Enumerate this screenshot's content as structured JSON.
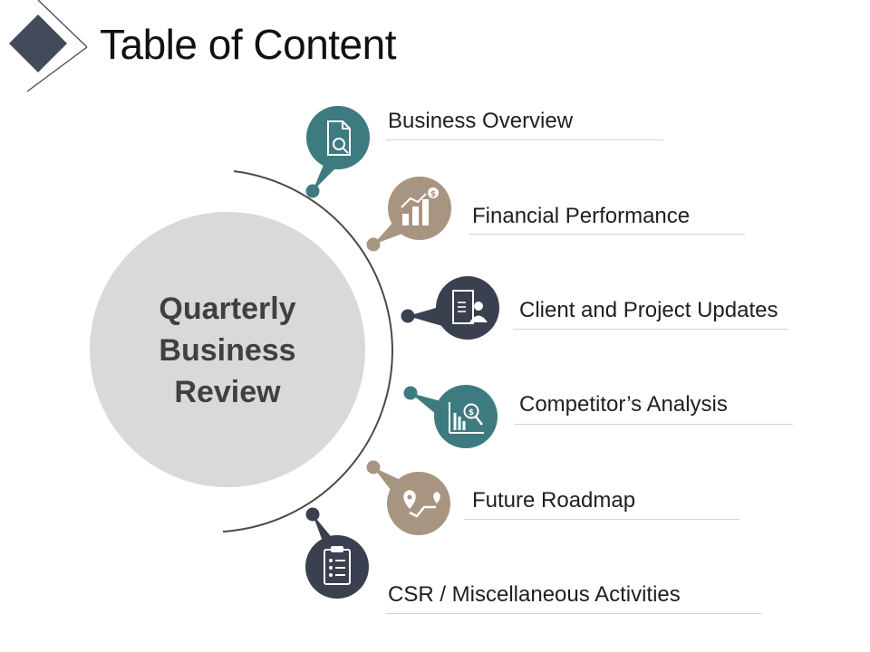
{
  "title": "Table of Content",
  "center": {
    "lines": [
      "Quarterly",
      "Business",
      "Review"
    ]
  },
  "colors": {
    "teal": "#3d7b80",
    "tan": "#a79581",
    "navy": "#3a404f",
    "circle": "#d9d9d9",
    "arc": "#4a4a4a",
    "diamond": "#434a59"
  },
  "items": [
    {
      "label": "Business Overview",
      "icon": "document-search-icon",
      "color": "teal"
    },
    {
      "label": "Financial Performance",
      "icon": "growth-chart-dollar-icon",
      "color": "tan"
    },
    {
      "label": "Client and Project Updates",
      "icon": "client-document-icon",
      "color": "navy"
    },
    {
      "label": "Competitor’s Analysis",
      "icon": "chart-dollar-magnifier-icon",
      "color": "teal"
    },
    {
      "label": "Future Roadmap",
      "icon": "route-map-icon",
      "color": "tan"
    },
    {
      "label": "CSR / Miscellaneous Activities",
      "icon": "clipboard-checklist-icon",
      "color": "navy"
    }
  ]
}
